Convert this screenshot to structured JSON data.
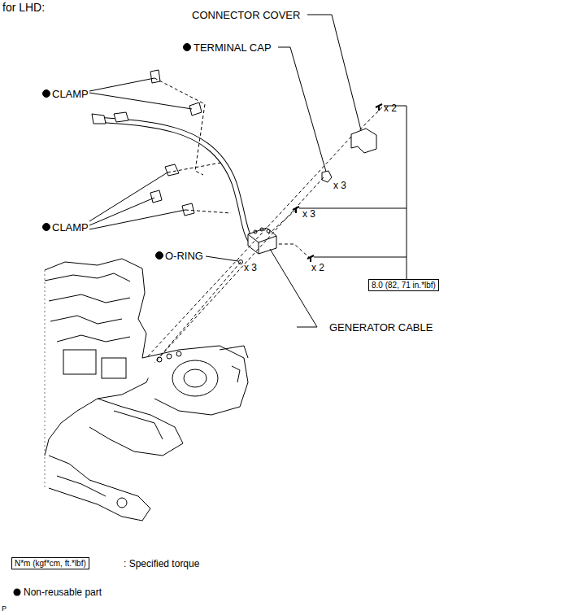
{
  "diagram": {
    "nodes": [
      {
        "text": [
          "8.0 (82, 71 in.*lbf)"
        ]
      },
      {
        "text": [
          "N*m (kgf*cm, ft.*lbf)"
        ]
      }
    ],
    "labels": [
      "for LHD:",
      "CONNECTOR COVER",
      "TERMINAL CAP",
      "CLAMP",
      "CLAMP",
      "O-RING",
      "GENERATOR CABLE",
      "x 2",
      "x 3",
      "x 3",
      "x 3",
      "x 2",
      "P"
    ],
    "legend": [
      {
        "text": ": Specified torque"
      },
      {
        "text": "Non-reusable part"
      }
    ]
  }
}
